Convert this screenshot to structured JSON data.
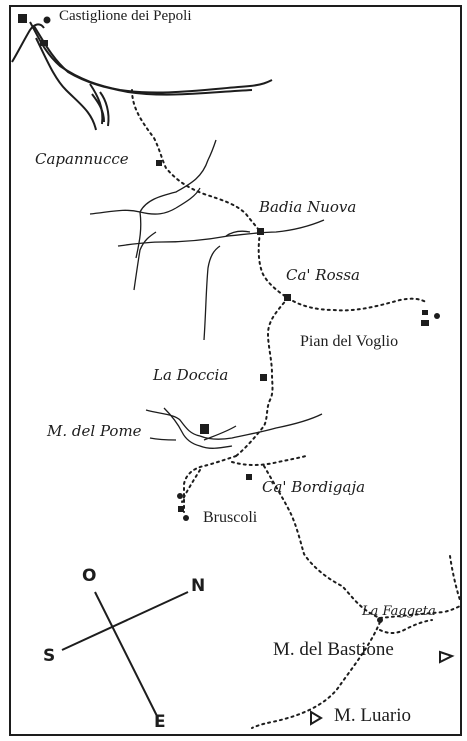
{
  "places": {
    "castiglione": "Castiglione dei Pepoli",
    "capannucce": "Capannucce",
    "badia_nuova": "Badia Nuova",
    "ca_rossa": "Ca' Rossa",
    "pian_del_voglio": "Pian del Voglio",
    "la_doccia": "La Doccia",
    "m_del_pome": "M. del Pome",
    "ca_bordigaja": "Ca' Bordigaja",
    "bruscoli": "Bruscoli",
    "la_faggeta": "La Faggeta",
    "m_del_bastione": "M. del Bastione",
    "m_luario": "M. Luario"
  },
  "compass": {
    "north": "N",
    "south": "S",
    "east": "E",
    "west": "O"
  },
  "colors": {
    "ink": "#1d1d1d",
    "paper": "#ffffff"
  }
}
